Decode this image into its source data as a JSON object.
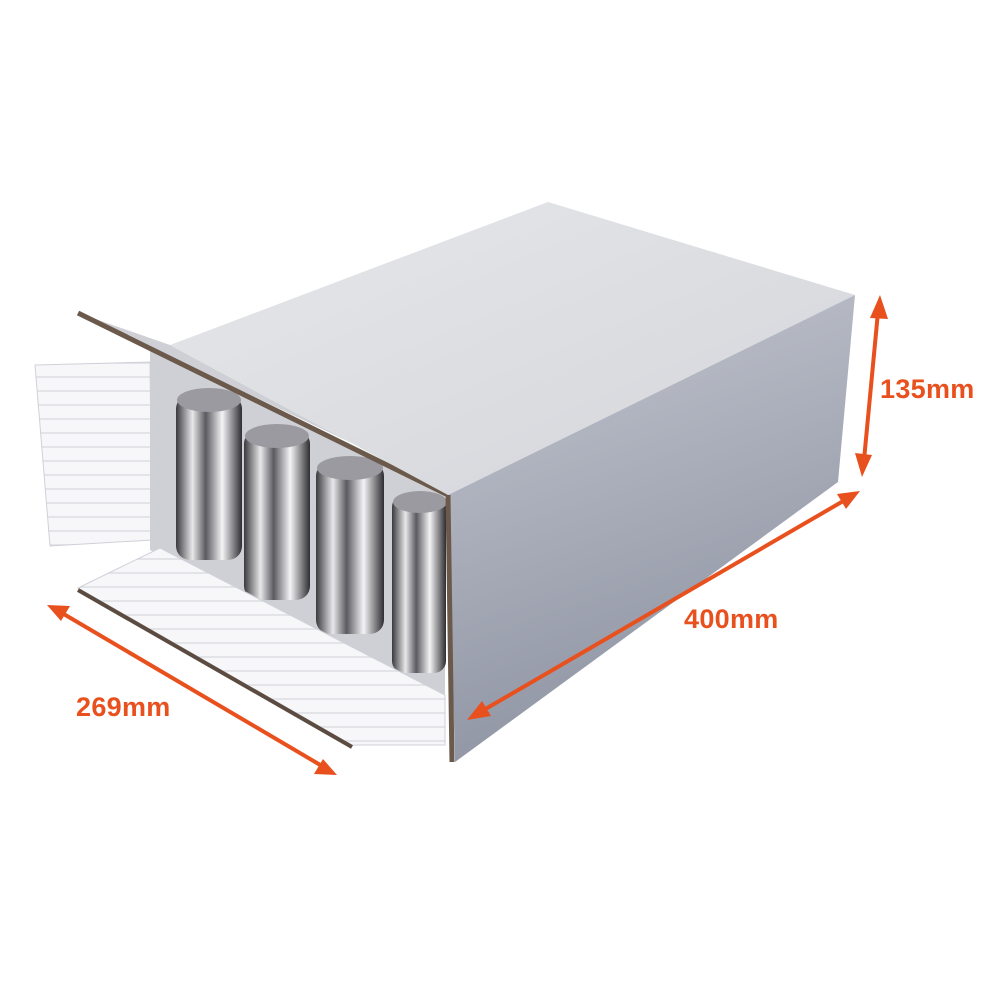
{
  "dimensions": {
    "height": "135mm",
    "length": "400mm",
    "width": "269mm"
  },
  "colors": {
    "accent": "#E8501E",
    "box_top": "#dfe0e4",
    "box_side": "#a4a8b5"
  }
}
